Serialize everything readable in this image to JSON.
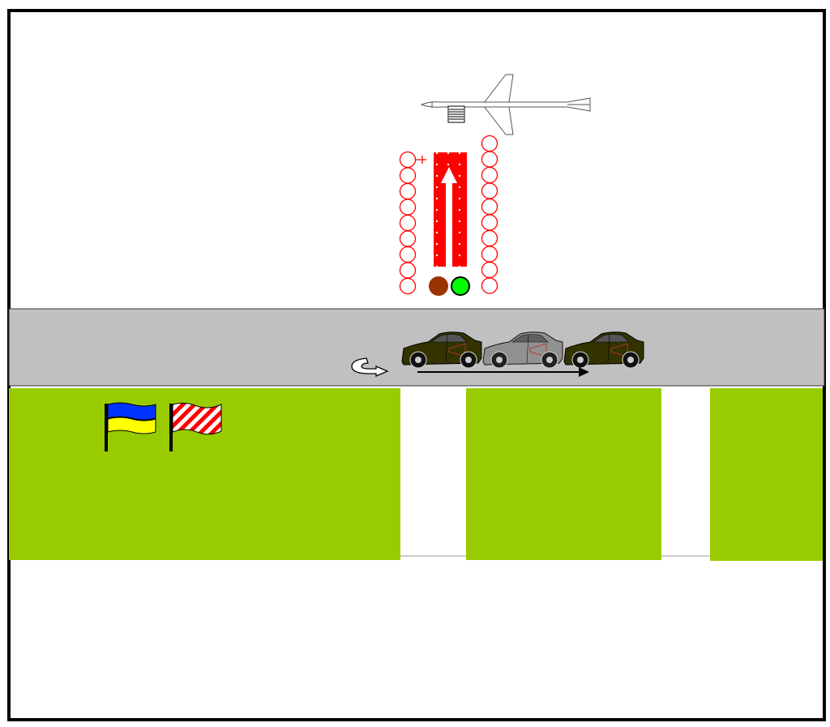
{
  "diagram": {
    "colors": {
      "road": "#c0c0c0",
      "grass": "#99cc00",
      "cones": "#ff0000",
      "start_box": "#ff0000",
      "light_brown": "#993300",
      "light_green": "#00ff00",
      "car_dark": "#333300",
      "car_ghost": "#8c8c8c",
      "flag_blue": "#0033ff",
      "flag_yellow": "#ffff00"
    },
    "icons": [
      "airplane-icon",
      "start-arrow-icon",
      "traffic-light-icon",
      "car-icon",
      "u-turn-icon",
      "direction-arrow-icon",
      "ukraine-flag-icon",
      "red-white-striped-flag-icon"
    ],
    "cone_count_left": 9,
    "cone_count_right": 10,
    "car_count": 3
  }
}
